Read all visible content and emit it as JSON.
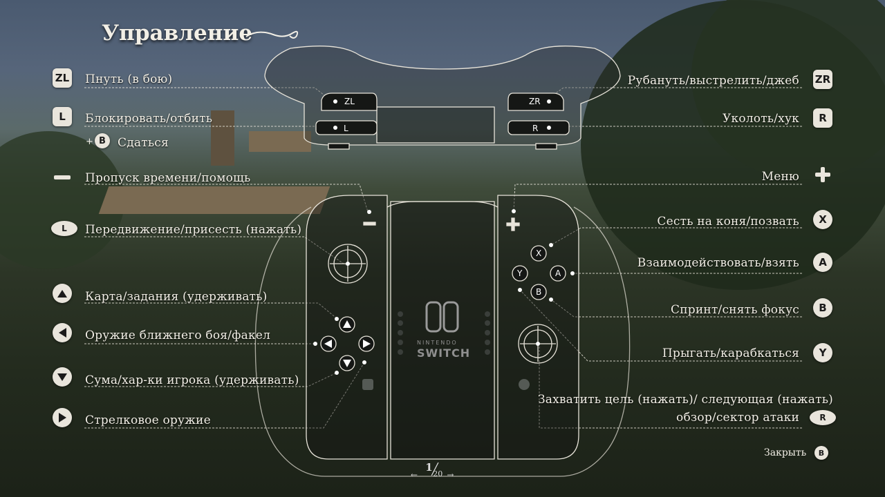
{
  "title": "Управление",
  "left": [
    {
      "label": "Пнуть (в бою)",
      "icon": "ZL"
    },
    {
      "label": "Блокировать/отбить",
      "icon": "L"
    },
    {
      "label": "Сдаться",
      "icon": "B"
    },
    {
      "label": "Пропуск времени/помощь",
      "icon": "minus-icon"
    },
    {
      "label": "Передвижение/присесть (нажать)",
      "icon": "L"
    },
    {
      "label": "Карта/задания (удерживать)",
      "icon": "dpad-up-icon"
    },
    {
      "label": "Оружие ближнего боя/факел",
      "icon": "dpad-left-icon"
    },
    {
      "label": "Сума/хар-ки игрока (удерживать)",
      "icon": "dpad-down-icon"
    },
    {
      "label": "Стрелковое оружие",
      "icon": "dpad-right-icon"
    }
  ],
  "right": [
    {
      "label": "Рубануть/выстрелить/джеб",
      "icon": "ZR"
    },
    {
      "label": "Уколоть/хук",
      "icon": "R"
    },
    {
      "label": "Меню",
      "icon": "plus-icon"
    },
    {
      "label": "Сесть на коня/позвать",
      "icon": "X"
    },
    {
      "label": "Взаимодействовать/взять",
      "icon": "A"
    },
    {
      "label": "Спринт/снять фокус",
      "icon": "B"
    },
    {
      "label": "Прыгать/карабкаться",
      "icon": "Y"
    },
    {
      "label": "Захватить цель (нажать)/ следующая (нажать)",
      "icon": ""
    },
    {
      "label": "обзор/сектор атаки",
      "icon": "R"
    }
  ],
  "controller": {
    "zl": "ZL",
    "l": "L",
    "zr": "ZR",
    "r": "R",
    "x": "X",
    "y": "Y",
    "a": "A",
    "b": "B",
    "brand_top": "NINTENDO",
    "brand_bottom": "SWITCH"
  },
  "footer": {
    "page_current": "1",
    "page_total": "20",
    "prev": "←",
    "next": "→",
    "close_label": "Закрыть",
    "close_icon": "B"
  }
}
